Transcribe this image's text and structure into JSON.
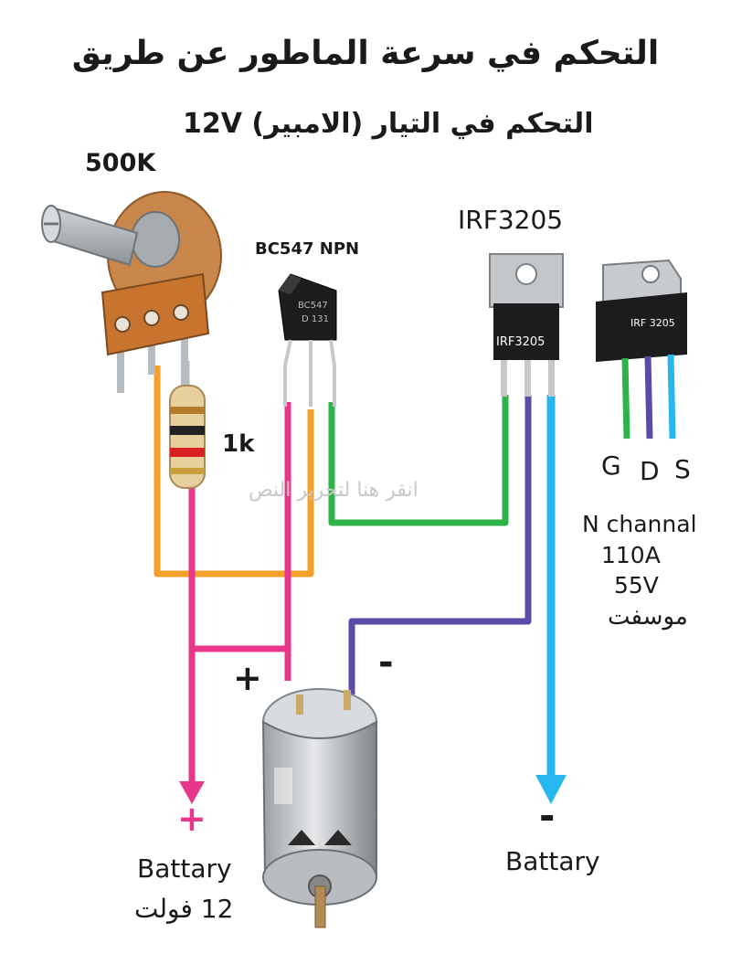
{
  "title": "التحكم في سرعة الماطور عن طريق",
  "subtitle": "التحكم في التيار (الامبير)  12V",
  "components": {
    "potentiometer": {
      "label": "500K"
    },
    "transistor": {
      "label": "BC547 NPN",
      "marking_line1": "BC547",
      "marking_line2": "D 131"
    },
    "resistor": {
      "label": "1k"
    },
    "mosfet": {
      "label": "IRF3205",
      "marking": "IRF3205",
      "pin_diagram_marking": "IRF 3205"
    },
    "motor": {
      "plus": "+",
      "minus": "-"
    }
  },
  "pins": {
    "g": "G",
    "d": "D",
    "s": "S"
  },
  "mosfet_specs": {
    "line1": "N channal",
    "line2": "110A",
    "line3": "55V",
    "line4": "موسفت"
  },
  "battery_positive": {
    "sign": "+",
    "label": "Battary",
    "voltage": "12 فولت"
  },
  "battery_negative": {
    "sign": "-",
    "label": "Battary"
  },
  "watermark": "انقر هنا لتحرير النص",
  "colors": {
    "orange_wire": "#f5a02a",
    "pink_wire": "#e8378a",
    "green_wire": "#2db34a",
    "purple_wire": "#5b4aa8",
    "blue_wire": "#27b6ee"
  }
}
